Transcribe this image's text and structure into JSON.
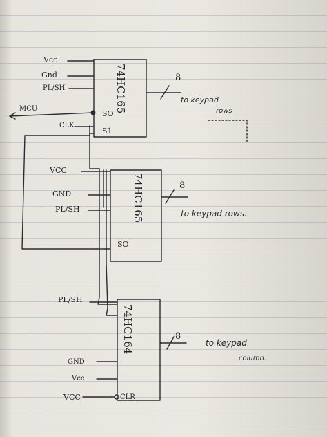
{
  "chip1": {
    "name": "74HC165",
    "pins": {
      "vcc": "Vcc",
      "gnd": "Gnd",
      "plsh": "PL/SH",
      "so": "SO",
      "clk": "CLK",
      "si": "S1"
    },
    "bus_count": "8",
    "note_line1": "to keypad",
    "note_line2": "rows"
  },
  "mcu_label": "MCU",
  "chip2": {
    "name": "74HC165",
    "pins": {
      "vcc": "VCC",
      "gnd": "GND.",
      "plsh": "PL/SH",
      "so": "SO"
    },
    "bus_count": "8",
    "note": "to keypad rows."
  },
  "chip3": {
    "name": "74HC164",
    "pins": {
      "plsh": "PL/SH",
      "gnd": "GND",
      "vcc": "Vcc",
      "vcc2": "VCC",
      "clr": "CLR"
    },
    "bus_count": "8",
    "note_line1": "to keypad",
    "note_line2": "column."
  }
}
